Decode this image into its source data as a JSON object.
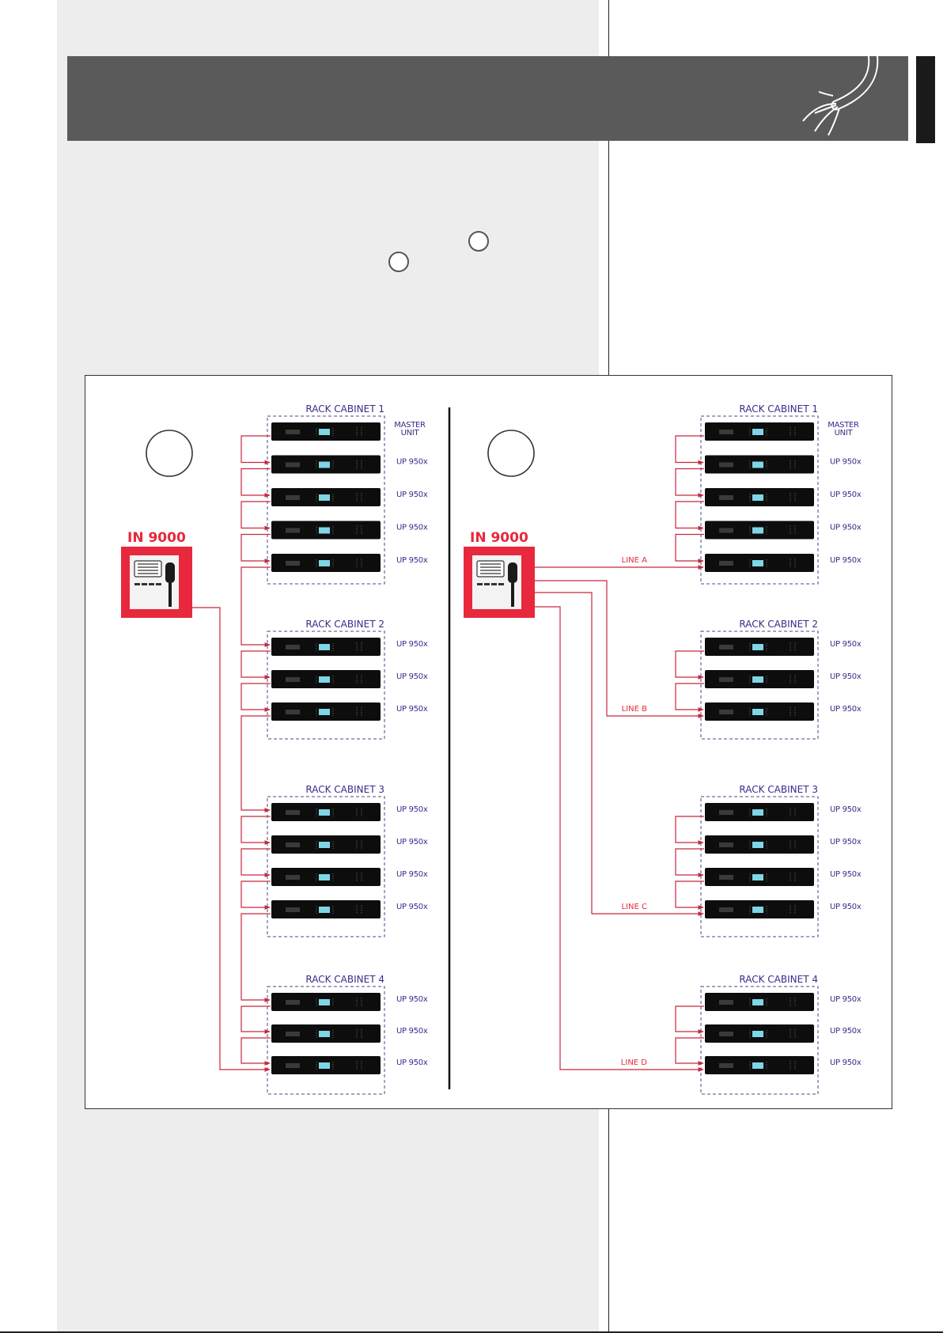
{
  "diagrams": [
    {
      "id": "left",
      "controller_label": "IN 9000",
      "cabinets": [
        {
          "title": "RACK CABINET 1",
          "units": [
            "MASTER UNIT",
            "UP 950x",
            "UP 950x",
            "UP 950x",
            "UP 950x"
          ]
        },
        {
          "title": "RACK CABINET 2",
          "units": [
            "UP 950x",
            "UP 950x",
            "UP 950x"
          ]
        },
        {
          "title": "RACK CABINET 3",
          "units": [
            "UP 950x",
            "UP 950x",
            "UP 950x",
            "UP 950x"
          ]
        },
        {
          "title": "RACK CABINET 4",
          "units": [
            "UP 950x",
            "UP 950x",
            "UP 950x"
          ]
        }
      ]
    },
    {
      "id": "right",
      "controller_label": "IN 9000",
      "cabinets": [
        {
          "title": "RACK CABINET 1",
          "units": [
            "MASTER UNIT",
            "UP 950x",
            "UP 950x",
            "UP 950x",
            "UP 950x"
          ]
        },
        {
          "title": "RACK CABINET 2",
          "units": [
            "UP 950x",
            "UP 950x",
            "UP 950x"
          ]
        },
        {
          "title": "RACK CABINET 3",
          "units": [
            "UP 950x",
            "UP 950x",
            "UP 950x",
            "UP 950x"
          ]
        },
        {
          "title": "RACK CABINET 4",
          "units": [
            "UP 950x",
            "UP 950x",
            "UP 950x"
          ]
        }
      ],
      "lines": [
        "LINE A",
        "LINE B",
        "LINE C",
        "LINE D"
      ]
    }
  ],
  "colors": {
    "accent_red": "#e8283c",
    "wire_red": "#c8283c",
    "label_purple": "#3b2a8c",
    "cabinet_border": "#4a4a8c",
    "header_gray": "#5b5a5b",
    "panel_gray": "#ededed",
    "unit_black": "#0d0d0d",
    "unit_display": "#7ed6e6"
  }
}
